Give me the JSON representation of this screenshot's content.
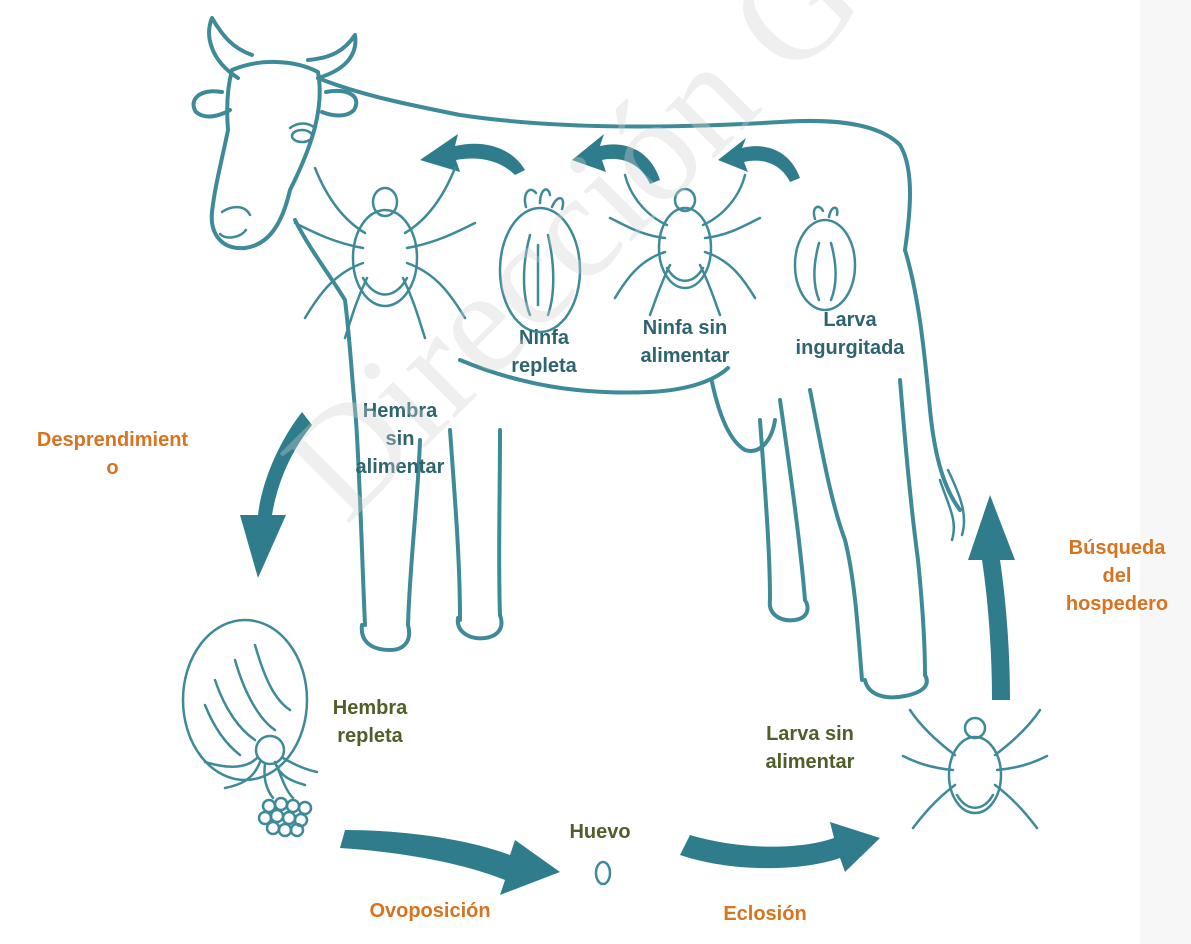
{
  "figure": {
    "stages_on_host": {
      "hembra_sin_alimentar": "Hembra\nsin\nalimentar",
      "ninfa_repleta": "Ninfa\nrepleta",
      "ninfa_sin_alimentar": "Ninfa sin\nalimentar",
      "larva_ingurgitada": "Larva\ningurgitada"
    },
    "stages_off_host": {
      "hembra_repleta": "Hembra\nrepleta",
      "huevo": "Huevo",
      "larva_sin_alimentar": "Larva sin\nalimentar"
    },
    "processes": {
      "desprendimiento": "Desprendimient\no",
      "busqueda": "Búsqueda\ndel\nhospedero",
      "ovoposicion": "Ovoposición",
      "eclosion": "Eclosión"
    },
    "watermark": "Dirección General de Bibliotecas UAQ",
    "colors": {
      "stage_text": "#2d6470",
      "off_host_text": "#4e5f2a",
      "process_text": "#d8731f",
      "drawing": "#3e8a98"
    },
    "icons": [
      "cow-illustration",
      "tick-icon",
      "engorged-tick-icon",
      "egg-icon",
      "egg-cluster-icon",
      "curved-arrow-icon"
    ]
  }
}
